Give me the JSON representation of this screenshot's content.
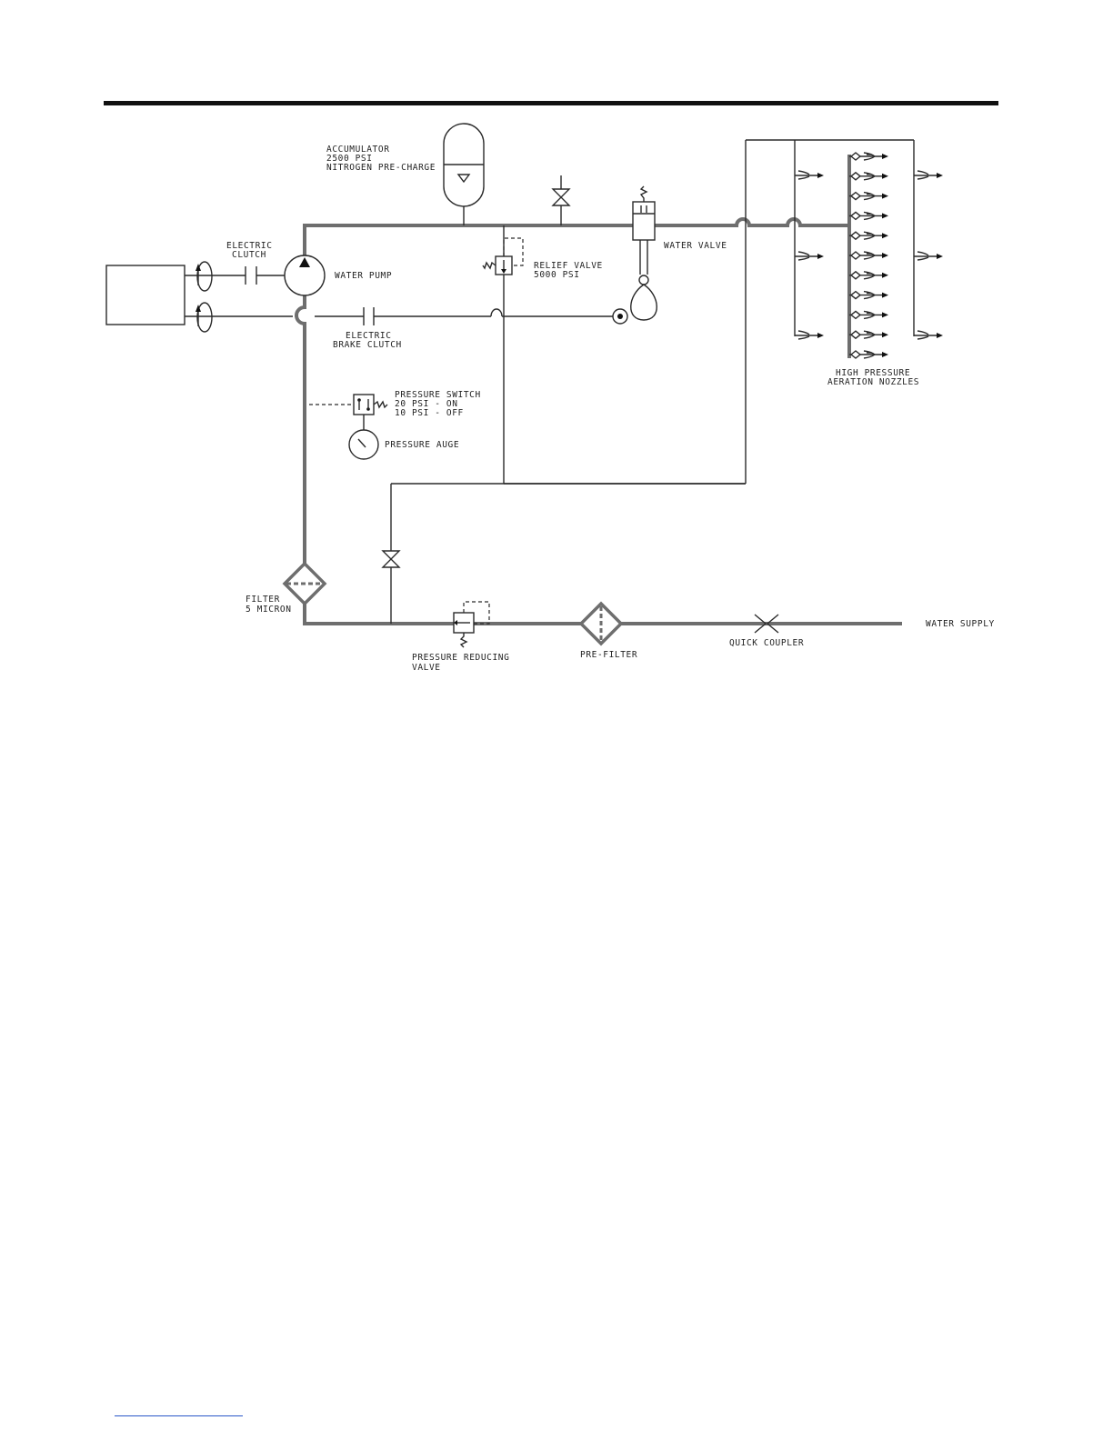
{
  "diagram": {
    "labels": {
      "accumulator": [
        "ACCUMULATOR",
        "2500 PSI",
        "NITROGEN PRE-CHARGE"
      ],
      "electric_clutch": [
        "ELECTRIC",
        "CLUTCH"
      ],
      "water_pump": "WATER PUMP",
      "relief_valve": [
        "RELIEF VALVE",
        "5000 PSI"
      ],
      "water_valve": "WATER VALVE",
      "brake_clutch": [
        "ELECTRIC",
        "BRAKE CLUTCH"
      ],
      "pressure_switch": [
        "PRESSURE SWITCH",
        "20 PSI - ON",
        "10 PSI - OFF"
      ],
      "pressure_gauge": "PRESSURE  AUGE",
      "nozzles": [
        "HIGH PRESSURE",
        "AERATION NOZZLES"
      ],
      "filter": [
        "FILTER",
        "5 MICRON"
      ],
      "reducing_valve": [
        "PRESSURE REDUCING",
        "VALVE"
      ],
      "pre_filter": "PRE-FILTER",
      "quick_coupler": "QUICK COUPLER",
      "water_supply": "WATER SUPPLY"
    }
  }
}
